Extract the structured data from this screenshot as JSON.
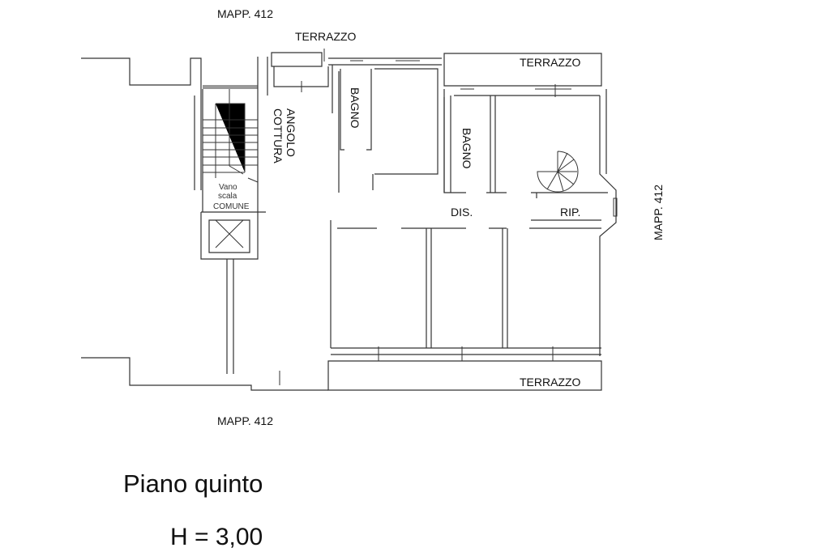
{
  "plan": {
    "labels": {
      "mapp_top": "MAPP. 412",
      "mapp_right": "MAPP. 412",
      "mapp_bottom": "MAPP. 412",
      "terrazzo_top_left": "TERRAZZO",
      "terrazzo_top_right": "TERRAZZO",
      "terrazzo_bottom": "TERRAZZO",
      "angolo": "ANGOLO",
      "cottura": "COTTURA",
      "bagno_1": "BAGNO",
      "bagno_2": "BAGNO",
      "vano": "Vano",
      "scala": "scala",
      "comune": "COMUNE",
      "dis": "DIS.",
      "rip": "RIP."
    }
  },
  "caption": {
    "floor": "Piano quinto",
    "height": "H = 3,00"
  }
}
